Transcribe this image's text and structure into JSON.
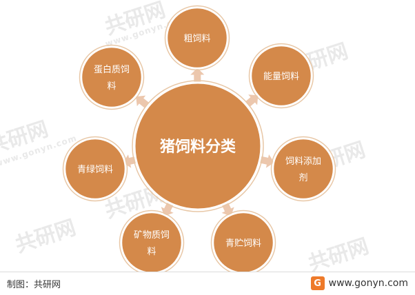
{
  "center": {
    "label": "猪饲料分类"
  },
  "nodes": [
    {
      "key": "coarse",
      "lines": [
        "粗饲料"
      ]
    },
    {
      "key": "energy",
      "lines": [
        "能量饲料"
      ]
    },
    {
      "key": "additive",
      "lines": [
        "饲料添加",
        "剂"
      ]
    },
    {
      "key": "silage",
      "lines": [
        "青贮饲料"
      ]
    },
    {
      "key": "mineral",
      "lines": [
        "矿物质饲",
        "料"
      ]
    },
    {
      "key": "green",
      "lines": [
        "青绿饲料"
      ]
    },
    {
      "key": "protein",
      "lines": [
        "蛋白质饲",
        "料"
      ]
    }
  ],
  "footer": {
    "source": "制图：共研网",
    "website": "www.gonyn.com",
    "logo_glyph": "G"
  },
  "watermark": {
    "brand": "共研网",
    "site": "www.gonyn.com"
  },
  "colors": {
    "node_fill": "#d4894a",
    "node_stroke": "#ffffff",
    "node_ring": "#e8c7a6",
    "arrow": "#ecc7ad"
  }
}
